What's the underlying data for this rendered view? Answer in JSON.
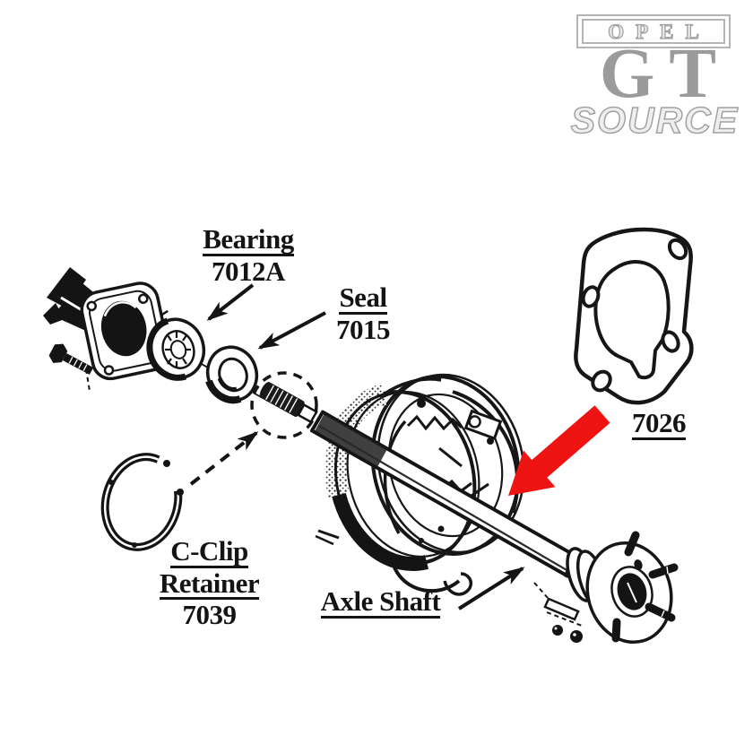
{
  "logo": {
    "opel": "OPEL",
    "gt": "GT",
    "source": "SOURCE",
    "color": "#9b9b9b"
  },
  "labels": {
    "bearing": {
      "name": "Bearing",
      "part_no": "7012A"
    },
    "seal": {
      "name": "Seal",
      "part_no": "7015"
    },
    "gasket": {
      "part_no": "7026"
    },
    "c_clip": {
      "line1": "C-Clip",
      "line2": "Retainer",
      "part_no": "7039"
    },
    "axle_shaft": {
      "name": "Axle Shaft"
    }
  },
  "colors": {
    "ink": "#161616",
    "highlight_arrow": "#ee1411",
    "logo_gray": "#9b9b9b",
    "background": "#ffffff"
  }
}
